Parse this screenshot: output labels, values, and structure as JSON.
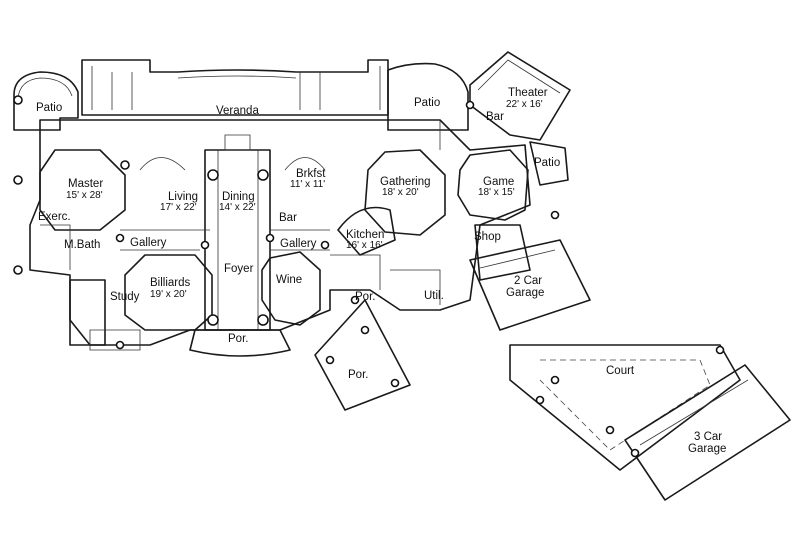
{
  "rooms": [
    {
      "id": "patio-west",
      "name": "Patio",
      "dim": ""
    },
    {
      "id": "veranda",
      "name": "Veranda",
      "dim": ""
    },
    {
      "id": "patio-north",
      "name": "Patio",
      "dim": ""
    },
    {
      "id": "theater",
      "name": "Theater",
      "dim": "22' x 16'"
    },
    {
      "id": "bar-north",
      "name": "Bar",
      "dim": ""
    },
    {
      "id": "patio-east",
      "name": "Patio",
      "dim": ""
    },
    {
      "id": "master",
      "name": "Master",
      "dim": "15' x 28'"
    },
    {
      "id": "living",
      "name": "Living",
      "dim": "17' x 22'"
    },
    {
      "id": "dining",
      "name": "Dining",
      "dim": "14' x 22'"
    },
    {
      "id": "brkfst",
      "name": "Brkfst",
      "dim": "11' x 11'"
    },
    {
      "id": "gathering",
      "name": "Gathering",
      "dim": "18' x 20'"
    },
    {
      "id": "game",
      "name": "Game",
      "dim": "18' x 15'"
    },
    {
      "id": "exerc",
      "name": "Exerc.",
      "dim": ""
    },
    {
      "id": "bar-center",
      "name": "Bar",
      "dim": ""
    },
    {
      "id": "mbath",
      "name": "M.Bath",
      "dim": ""
    },
    {
      "id": "gallery-west",
      "name": "Gallery",
      "dim": ""
    },
    {
      "id": "gallery-east",
      "name": "Gallery",
      "dim": ""
    },
    {
      "id": "kitchen",
      "name": "Kitchen",
      "dim": "16' x 16'"
    },
    {
      "id": "shop",
      "name": "Shop",
      "dim": ""
    },
    {
      "id": "foyer",
      "name": "Foyer",
      "dim": ""
    },
    {
      "id": "billiards",
      "name": "Billiards",
      "dim": "19' x 20'"
    },
    {
      "id": "wine",
      "name": "Wine",
      "dim": ""
    },
    {
      "id": "study",
      "name": "Study",
      "dim": ""
    },
    {
      "id": "por-side",
      "name": "Por.",
      "dim": ""
    },
    {
      "id": "util",
      "name": "Util.",
      "dim": ""
    },
    {
      "id": "garage-2",
      "name": "2 Car",
      "dim": "Garage"
    },
    {
      "id": "por-front",
      "name": "Por.",
      "dim": ""
    },
    {
      "id": "court",
      "name": "Court",
      "dim": ""
    },
    {
      "id": "por-court",
      "name": "Por.",
      "dim": ""
    },
    {
      "id": "garage-3",
      "name": "3 Car",
      "dim": "Garage"
    }
  ]
}
